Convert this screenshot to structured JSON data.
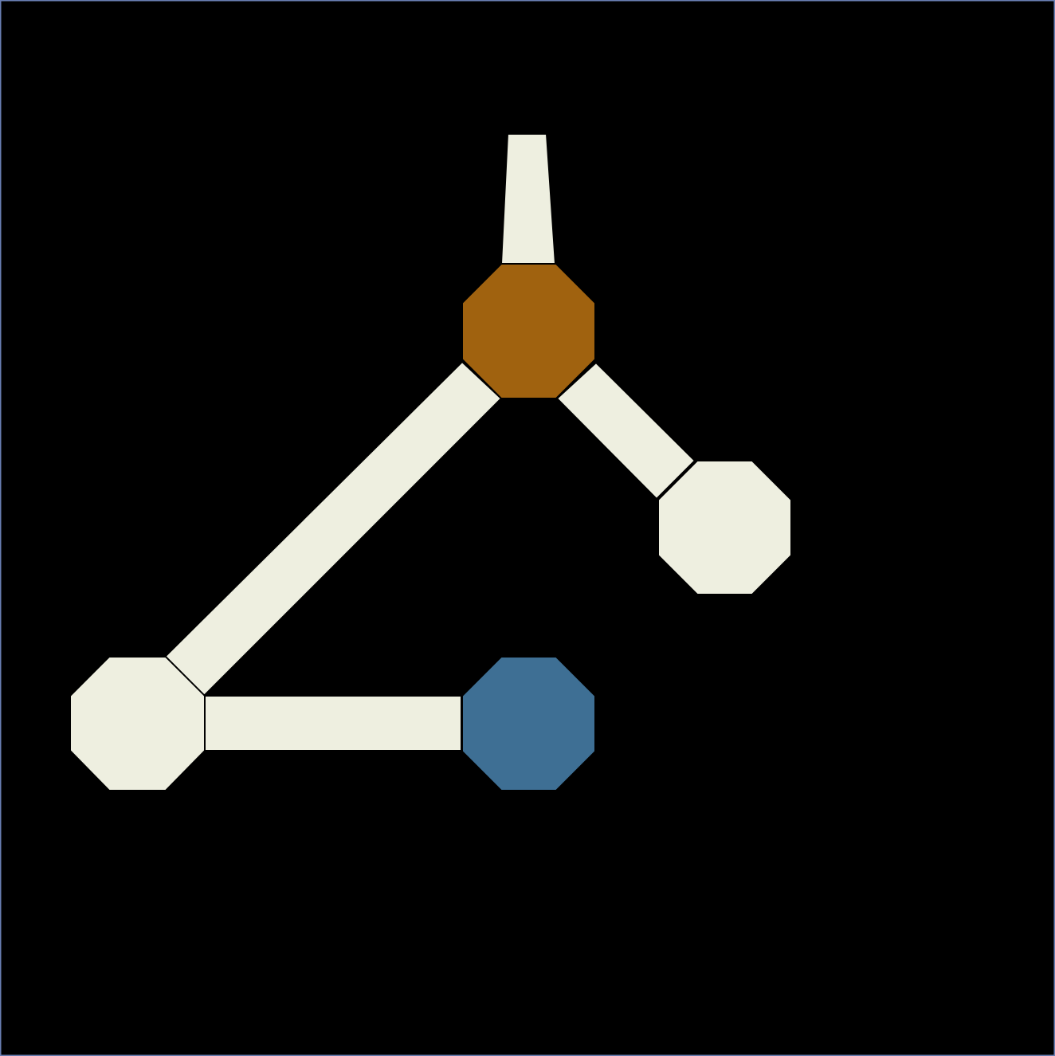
{
  "board": {
    "background": "#000000",
    "border_color": "#6a7fb3"
  },
  "nodes": [
    {
      "id": "node-top",
      "state": "amber",
      "color": "#a0620f"
    },
    {
      "id": "node-right",
      "state": "empty",
      "color": "#eeefe0"
    },
    {
      "id": "node-bottom-left",
      "state": "empty",
      "color": "#eeefe0"
    },
    {
      "id": "node-bottom-center",
      "state": "blue",
      "color": "#3e6f94"
    }
  ],
  "connectors": [
    {
      "id": "pipe-stub-top",
      "from": "node-top",
      "to": null,
      "color": "#eeefe0"
    },
    {
      "id": "pipe-top-right",
      "from": "node-top",
      "to": "node-right",
      "color": "#eeefe0"
    },
    {
      "id": "pipe-top-bottom-left",
      "from": "node-top",
      "to": "node-bottom-left",
      "color": "#eeefe0"
    },
    {
      "id": "pipe-bottom-left-center",
      "from": "node-bottom-left",
      "to": "node-bottom-center",
      "color": "#eeefe0"
    }
  ]
}
